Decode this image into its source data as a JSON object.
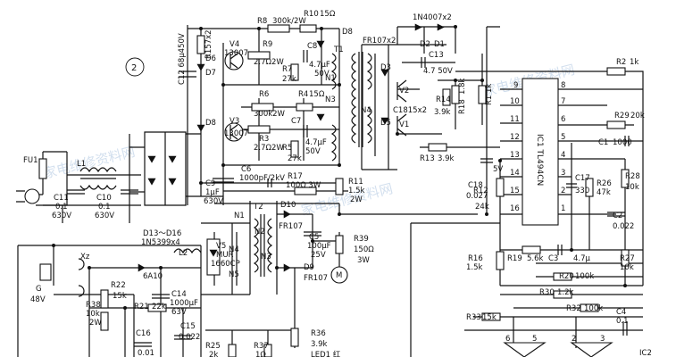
{
  "watermark": {
    "lines": [
      "家电维修资料网",
      "家电维修资料网",
      "家电维修资料网"
    ]
  },
  "circle_marker": "2",
  "labels": {
    "R8": "R8",
    "R8v": "300k/2W",
    "R10": "R10",
    "R10v": "15Ω",
    "R9": "R9",
    "R9v": "2.7Ω2W",
    "R7": "R7",
    "R7v": "27k",
    "C8": "C8",
    "C8v1": "4.7μF",
    "C8v2": "50V",
    "D8t": "D8",
    "T1": "T1",
    "N1a": "N1",
    "N3a": "N3",
    "D6": "D6",
    "D7": "D7",
    "C12": "C12 68μ450V",
    "R157": "R157x2",
    "V4": "V4",
    "V4n": "13007",
    "V3": "V3",
    "V3n": "13007",
    "R6": "R6",
    "R6v": "300k2W",
    "R4": "R4",
    "R4v": "15Ω",
    "R3": "R3",
    "R3v": "2.7Ω2W",
    "C7": "C7",
    "R5": "R5",
    "R5v": "27k",
    "C7v1": "4.7μF",
    "C7v2": "50V",
    "C6": "C6",
    "C6v": "1000pF/2kV",
    "R17": "R17",
    "R17v": "100Ω 3W",
    "C9": "C9",
    "C9v1": "1μF",
    "C9v2": "630V",
    "R11": "R11",
    "R11v1": "1.5k",
    "R11v2": "2W",
    "FR107x2": "FR107x2",
    "N4": "N4",
    "D3": "D3",
    "D5": "D5",
    "V2": "V2",
    "V1": "V1",
    "C1815": "C1815x2",
    "D4007": "1N4007x2",
    "D2": "D2",
    "D1": "D1",
    "C13": "C13",
    "C13v": "4.7   50V",
    "R14": "R14",
    "R14v": "3.9k",
    "R18": "R18",
    "R18v": "1.8k",
    "R1": "R1",
    "R1v": "1k",
    "R13": "R13",
    "R13v": "3.9k",
    "FU1": "FU1",
    "L1": "L1",
    "C11": "C11",
    "C11v1": "0.1",
    "C11v2": "630V",
    "C10": "C10",
    "C10v1": "0.1",
    "C10v2": "630V",
    "D13": "D13～D16",
    "D13n": "1N5399x4",
    "N1b": "N1",
    "T2": "T2",
    "N2": "N2",
    "N3b": "N3",
    "D10": "D10",
    "FR107a": "FR107",
    "D9": "D9",
    "FR107b": "FR107",
    "C5": "C5",
    "C5v1": "100μF",
    "C5v2": "25V",
    "R39": "R39",
    "R39v1": "150Ω",
    "R39v2": "3W",
    "M": "M",
    "V5": "V5",
    "V5n1": "MUR",
    "V5n2": "1660CP",
    "N4b": "N4",
    "N5": "N5",
    "L2": "L2",
    "Xz": "Xz",
    "G": "G",
    "G48": "48V",
    "R22": "R22",
    "R22v": "15k",
    "R38": "R38",
    "R38v1": "10k",
    "R38v2": "2W",
    "6A10": "6A10",
    "C14": "C14",
    "C14v1": "1000μF",
    "C14v2": "63V",
    "R21": "R21",
    "R21v": "22k",
    "C15": "C15",
    "C15v": "0.022",
    "C16": "C16",
    "C16v": "0.01",
    "R25": "R25",
    "R25v": "2k",
    "R37": "R37",
    "R37v": "1Ω",
    "R36": "R36",
    "R36v": "3.9k",
    "LED1": "LED1 红",
    "IC": "IC1 TL494CN",
    "p9": "9",
    "p8": "8",
    "p10": "10",
    "p7": "7",
    "p11": "11",
    "p6": "6",
    "p12": "12",
    "p5": "5",
    "p13": "13",
    "p4": "4",
    "p14": "14",
    "p3": "3",
    "p15": "15",
    "p2": "2",
    "p16": "16",
    "p1": "1",
    "R2": "R2",
    "R2v": "1k",
    "R29": "R29",
    "R29v": "20k",
    "C1": "C1",
    "C1v": "1000",
    "R28": "R28",
    "R28v": "10k",
    "C18": "C18",
    "C18v": "0.027",
    "R12": "R12",
    "R12v": "24k",
    "V5t": "5V",
    "C17": "C17",
    "C17v": "330",
    "R26": "R26",
    "R26v": "47k",
    "C2": "C2",
    "C2v": "0.022",
    "R16": "R16",
    "R16v": "1.5k",
    "R19": "R19",
    "R19v": "5.6k",
    "C3": "C3",
    "C3v": "4.7μ",
    "R27": "R27",
    "R27v": "10k",
    "R20": "R20",
    "R20v": "100k",
    "R30": "R30",
    "R30v": "1.2k",
    "R33": "R33",
    "R33v": "15k",
    "R32": "R32",
    "R32v": "100k",
    "C4": "C4",
    "C4v": "0.1",
    "op6": "6",
    "op5": "5",
    "op2": "2",
    "op3": "3",
    "IC2": "IC2"
  }
}
